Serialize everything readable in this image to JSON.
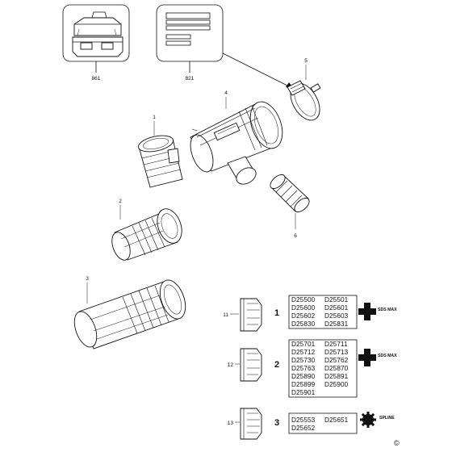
{
  "callouts": {
    "case": "861",
    "manual": "821",
    "part_5": "5",
    "part_4": "4",
    "part_1": "1",
    "part_2": "2",
    "part_3": "3",
    "part_6": "6"
  },
  "table": [
    {
      "item": "11",
      "ref": "1",
      "codes": [
        [
          "D25500",
          "D25501"
        ],
        [
          "D25600",
          "D25601"
        ],
        [
          "D25602",
          "D25603"
        ],
        [
          "D25830",
          "D25831"
        ]
      ],
      "chuck": "SDS MAX",
      "chuck_icon": "sds-max-cross-icon"
    },
    {
      "item": "12",
      "ref": "2",
      "codes": [
        [
          "D25701",
          "D25711"
        ],
        [
          "D25712",
          "D25713"
        ],
        [
          "D25730",
          "D25762"
        ],
        [
          "D25763",
          "D25870"
        ],
        [
          "D25890",
          "D25891"
        ],
        [
          "D25899",
          "D25900"
        ],
        [
          "D25901",
          ""
        ]
      ],
      "chuck": "SDS MAX",
      "chuck_icon": "sds-max-cross-icon"
    },
    {
      "item": "13",
      "ref": "3",
      "codes": [
        [
          "D25553",
          "D25651"
        ],
        [
          "D25652",
          ""
        ]
      ],
      "chuck": "SPLINE",
      "chuck_icon": "spline-gear-icon"
    }
  ],
  "copyright": "©"
}
